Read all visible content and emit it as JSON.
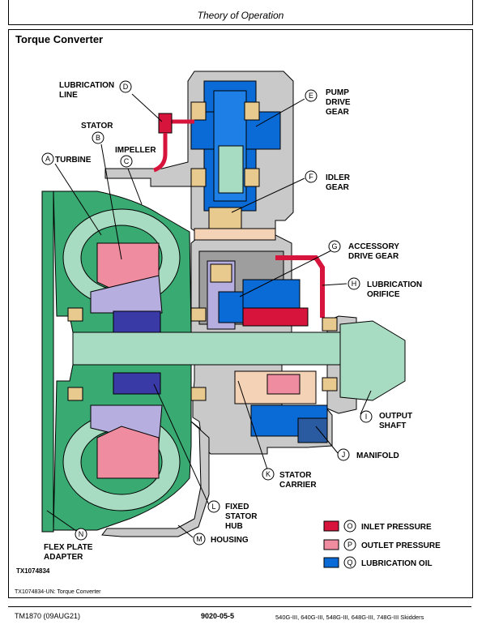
{
  "header": {
    "title": "Theory of Operation"
  },
  "section_title": "Torque Converter",
  "labels": [
    {
      "letter": "A",
      "lines": [
        "TURBINE"
      ]
    },
    {
      "letter": "B",
      "lines": [
        "STATOR"
      ]
    },
    {
      "letter": "C",
      "lines": [
        "IMPELLER"
      ]
    },
    {
      "letter": "D",
      "lines": [
        "LUBRICATION",
        "LINE"
      ]
    },
    {
      "letter": "E",
      "lines": [
        "PUMP",
        "DRIVE",
        "GEAR"
      ]
    },
    {
      "letter": "F",
      "lines": [
        "IDLER",
        "GEAR"
      ]
    },
    {
      "letter": "G",
      "lines": [
        "ACCESSORY",
        "DRIVE GEAR"
      ]
    },
    {
      "letter": "H",
      "lines": [
        "LUBRICATION",
        "ORIFICE"
      ]
    },
    {
      "letter": "I",
      "lines": [
        "OUTPUT",
        "SHAFT"
      ]
    },
    {
      "letter": "J",
      "lines": [
        "MANIFOLD"
      ]
    },
    {
      "letter": "K",
      "lines": [
        "STATOR",
        "CARRIER"
      ]
    },
    {
      "letter": "L",
      "lines": [
        "FIXED",
        "STATOR",
        "HUB"
      ]
    },
    {
      "letter": "M",
      "lines": [
        "HOUSING"
      ]
    },
    {
      "letter": "N",
      "lines": [
        "FLEX PLATE",
        "ADAPTER"
      ]
    }
  ],
  "legend": [
    {
      "letter": "O",
      "label": "INLET PRESSURE",
      "color": "#d6143c"
    },
    {
      "letter": "P",
      "label": "OUTLET PRESSURE",
      "color": "#f08ca0"
    },
    {
      "letter": "Q",
      "label": "LUBRICATION OIL",
      "color": "#0a6ad6"
    }
  ],
  "figure_id": "TX1074834",
  "caption": "TX1074834-UN: Torque Converter",
  "footer": {
    "left": "TM1870 (09AUG21)",
    "center": "9020-05-5",
    "right": "540G-III, 640G-III, 548G-III, 648G-III, 748G-III Skidders"
  },
  "colors": {
    "housing": "#c9c9c9",
    "converter_green": "#3aaa73",
    "light_green": "#a8dcc2",
    "stator_purple": "#b7aee0",
    "gear_tan": "#e8c98e",
    "peach": "#f4d2b6"
  }
}
